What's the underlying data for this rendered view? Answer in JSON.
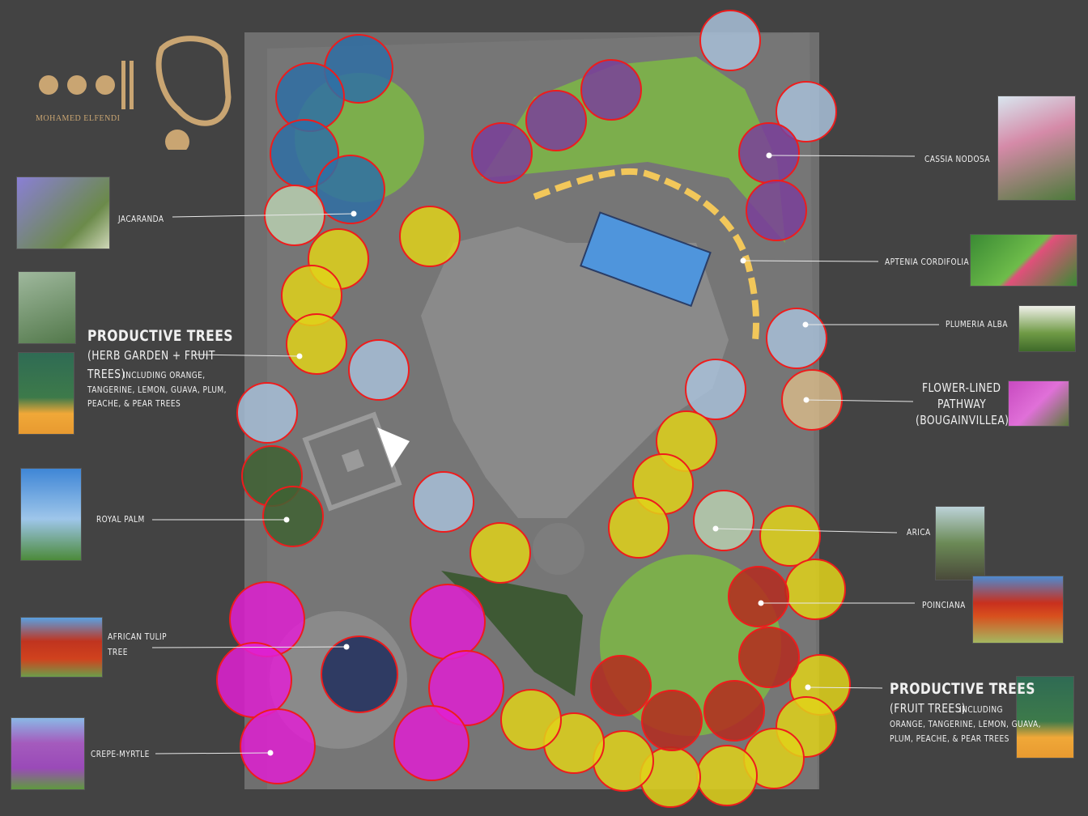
{
  "brand": {
    "name": "MOHAMED ELFENDI",
    "color": "#c9a572"
  },
  "colors": {
    "background": "#434343",
    "site": "#6f6f6f",
    "lawn": "#7cae4c",
    "pool": "#4f95dc",
    "path_dash": "#f2c75a",
    "outline": "#ee1c1c"
  },
  "legend": [
    {
      "id": "jacaranda",
      "label": "JACARANDA",
      "color": "#2f6fa5"
    },
    {
      "id": "cassia",
      "label": "CASSIA NODOSA",
      "color": "#7a3f9a"
    },
    {
      "id": "aptenia",
      "label": "APTENIA CORDIFOLIA",
      "color": "#f2c75a"
    },
    {
      "id": "plumeria",
      "label": "PLUMERIA ALBA",
      "color": "#a8bfd8"
    },
    {
      "id": "bougainvillea",
      "label": [
        "FLOWER-LINED",
        "PATHWAY",
        "(BOUGAINVILLEA)"
      ],
      "color": "#d6b98a"
    },
    {
      "id": "arica",
      "label": "ARICA",
      "color": "#b9cfb0"
    },
    {
      "id": "poinciana",
      "label": "POINCIANA",
      "color": "#b52a1f"
    },
    {
      "id": "royal_palm",
      "label": "ROYAL PALM",
      "color": "#3f6233"
    },
    {
      "id": "african_tulip",
      "label": [
        "AFRICAN TULIP",
        "TREE"
      ],
      "color": "#1f2d5c"
    },
    {
      "id": "crepe_myrtle",
      "label": "CREPE-MYRTLE",
      "color": "#e020d2"
    },
    {
      "id": "productive_fruit",
      "color": "#e0d21a"
    }
  ],
  "productive_left": {
    "title": "PRODUCTIVE TREES",
    "line1": "(HERB GARDEN + FRUIT",
    "line2a": "TREES)",
    "line2b": "INCLUDING ORANGE,",
    "line3": "TANGERINE, LEMON, GUAVA, PLUM,",
    "line4": "PEACHE, & PEAR TREES"
  },
  "productive_right": {
    "title": "PRODUCTIVE TREES",
    "line1a": "(FRUIT TREES)",
    "line1b": "INCLUDING",
    "line2": "ORANGE, TANGERINE, LEMON, GUAVA,",
    "line3": "PLUM, PEACHE, & PEAR TREES"
  }
}
